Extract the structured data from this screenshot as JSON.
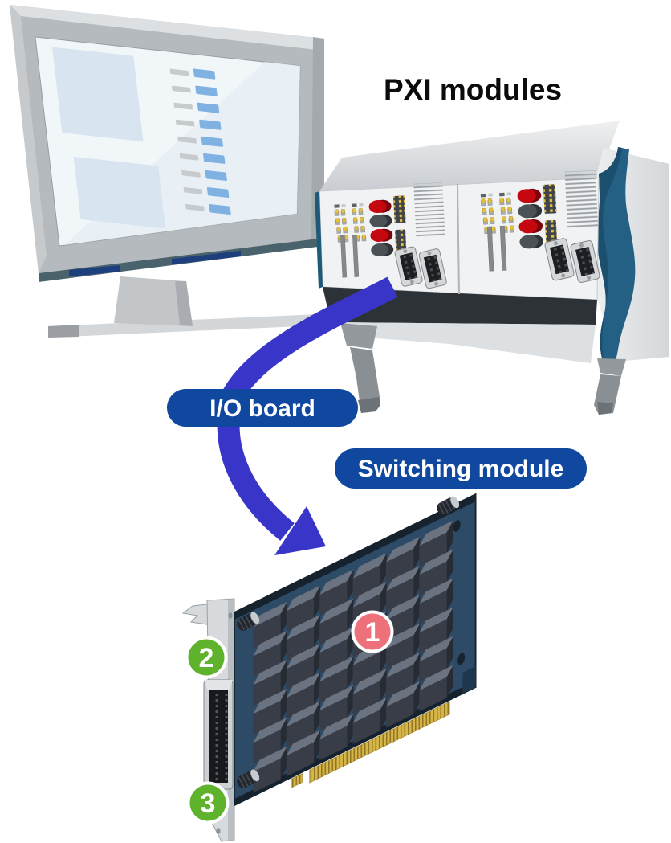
{
  "labels": {
    "pxi_modules": "PXI modules",
    "io_board": "I/O board",
    "switching_module": "Switching module"
  },
  "callouts": [
    {
      "number": "1",
      "color": "#ee707b"
    },
    {
      "number": "2",
      "color": "#5fb32c"
    },
    {
      "number": "3",
      "color": "#5fb32c"
    }
  ],
  "colors": {
    "background": "#ffffff",
    "pill_bg": "#10489f",
    "pill_text": "#ffffff",
    "arrow": "#3a35c9",
    "title_text": "#0b0b0b",
    "callout_pink": "#ee707b",
    "callout_green": "#5fb32c",
    "chassis_teal": "#246083",
    "pcb_navy": "#2d4b66",
    "led_red": "#c50710",
    "gold": "#d6b647"
  }
}
